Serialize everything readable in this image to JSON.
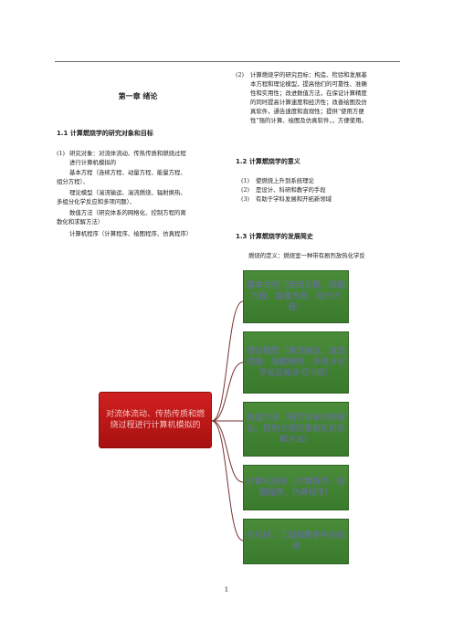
{
  "left": {
    "chapter_title": "第一章  绪论",
    "section_1_1": "1.1 计算燃烧学的研究对象和目标",
    "item1_num": "(1)",
    "item1_line1": "研究对象：对流体流动、传热传质和燃烧过程",
    "item1_line2": "进行计算机模拟的",
    "line_a1": "基本方程（连续方程、动量方程、能量方程、",
    "line_a2": "组分方程）、",
    "line_b1": "理论模型（湍流输运、湍流燃烧、辐射换热、",
    "line_b2": "多组分化学反应和多项问题）、",
    "line_c1": "数值方法（研究体系的网格化、控制方程的离",
    "line_c2": "散化和求解方法）",
    "line_d1": "计算机程序（计算程序、绘图程序、仿真程序）"
  },
  "right": {
    "item2_num": "(2)",
    "item2_lines": [
      "计算燃烧学的研究目标：构造、检验和发展基",
      "本方程和理论模型，提高他们的可靠性、准确",
      "性和实用性；改进数值方法，在保证计算精度",
      "的同时提高计算速度和经济性；改善绘图及仿",
      "真软件，通告速度和直观性；提供“使用方便",
      "性”强的计算、绘图及仿真软件，，方便使用。"
    ],
    "section_1_2": "1.2  计算燃烧学的意义",
    "significance": [
      {
        "num": "(1)",
        "text": "使燃烧上升到系统理论"
      },
      {
        "num": "(2)",
        "text": "是设计、科研和教学的手段"
      },
      {
        "num": "(3)",
        "text": "有助于学科发展和开拓新领域"
      }
    ],
    "section_1_3": "1.3 计算燃烧学的发展简史",
    "history_line": "燃烧的定义：燃烧室一种带有剧烈放热化学反"
  },
  "diagram": {
    "root_label": "对流体流动、传热传质和燃烧过程进行计算机模拟的",
    "children": [
      "基本方程（连续方程、动量方程、能量方程、组分方程）",
      "理论模型（湍流输运、湍流燃烧、辐射换热、多组分化学反应和多项问题）",
      "数值方法（研究体系的网格化、控制方程的离散化和求解方法）",
      "计算机程序（计算程序、绘图程序、仿真程序）",
      "在科研、工程和教学中的应用"
    ],
    "colors": {
      "child_fill": "#3f8030",
      "child_text": "#6a6ab0",
      "root_fill": "#c01818",
      "root_text": "#f4c2c2",
      "connector": "#7a3030"
    }
  },
  "page_number": "1"
}
